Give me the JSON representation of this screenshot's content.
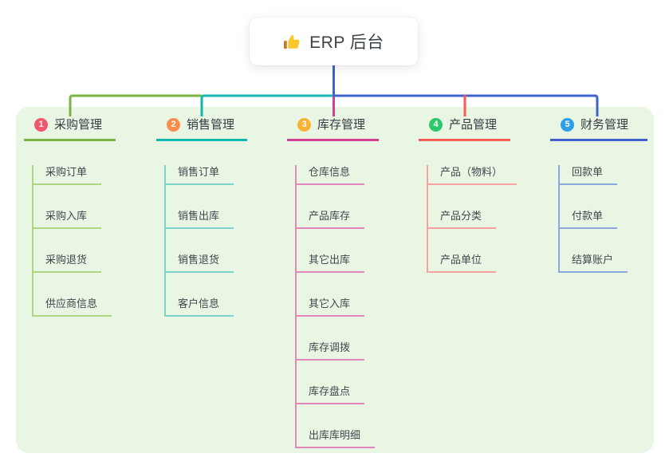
{
  "root": {
    "label": "ERP 后台",
    "icon": "thumbs-up-icon"
  },
  "colors": {
    "panel_background": "#e9f6e4",
    "root_stem": "#4161d0"
  },
  "branches": [
    {
      "index": "1",
      "label": "采购管理",
      "badge_color": "#f4566b",
      "line_color": "#7cb342",
      "light_line_color": "#aed581",
      "children": [
        "采购订单",
        "采购入库",
        "采购退货",
        "供应商信息"
      ]
    },
    {
      "index": "2",
      "label": "销售管理",
      "badge_color": "#fb8c4b",
      "line_color": "#12b7ad",
      "light_line_color": "#7ed4cb",
      "children": [
        "销售订单",
        "销售出库",
        "销售退货",
        "客户信息"
      ]
    },
    {
      "index": "3",
      "label": "库存管理",
      "badge_color": "#f9b234",
      "line_color": "#d0418f",
      "light_line_color": "#e387bd",
      "children": [
        "仓库信息",
        "产品库存",
        "其它出库",
        "其它入库",
        "库存调拨",
        "库存盘点",
        "出库库明细"
      ]
    },
    {
      "index": "4",
      "label": "产品管理",
      "badge_color": "#2dc76d",
      "line_color": "#fa5a55",
      "light_line_color": "#f9a19e",
      "children": [
        "产品（物料）",
        "产品分类",
        "产品单位"
      ]
    },
    {
      "index": "5",
      "label": "财务管理",
      "badge_color": "#2da0e8",
      "line_color": "#4161d0",
      "light_line_color": "#8ea6de",
      "children": [
        "回款单",
        "付款单",
        "结算账户"
      ]
    }
  ]
}
